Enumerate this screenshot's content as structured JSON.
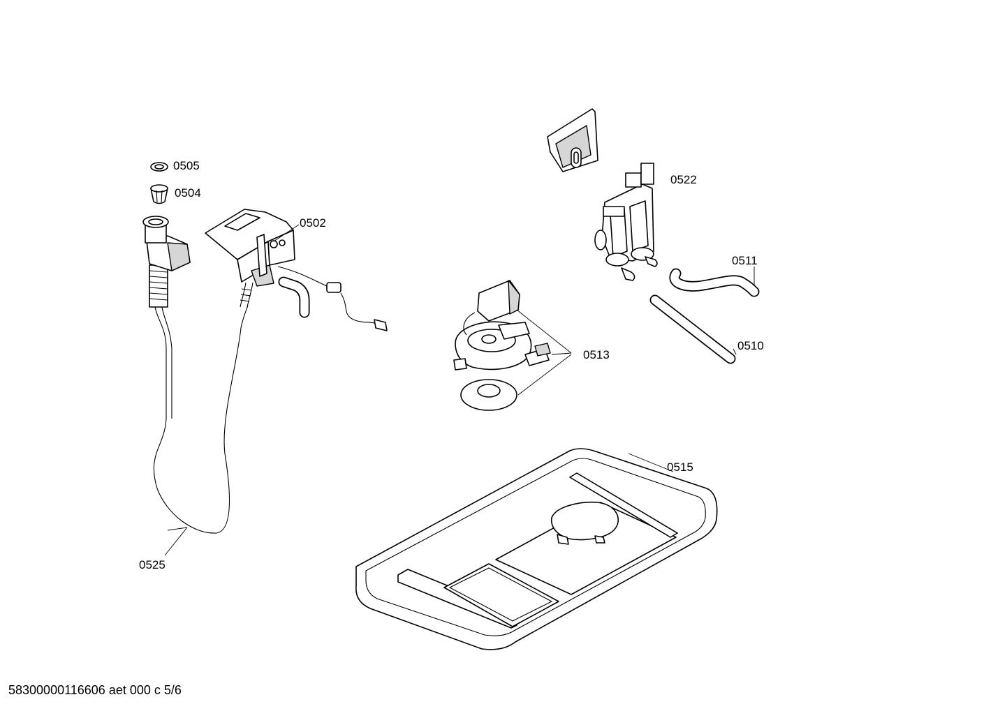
{
  "labels": {
    "p0505": "0505",
    "p0504": "0504",
    "p0502": "0502",
    "p0522": "0522",
    "p0511": "0511",
    "p0510": "0510",
    "p0513": "0513",
    "p0515": "0515",
    "p0525": "0525"
  },
  "footer": "58300000116606 aet 000 c 5/6"
}
